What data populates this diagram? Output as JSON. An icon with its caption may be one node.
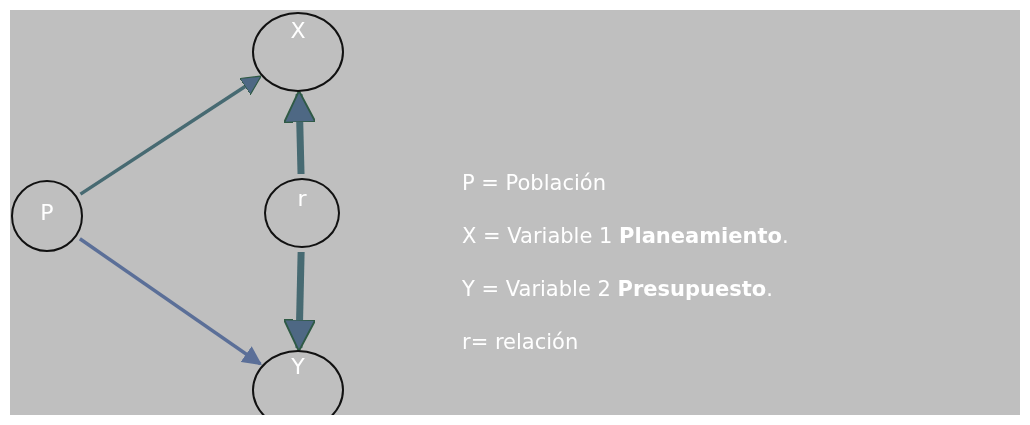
{
  "diagram": {
    "nodes": [
      {
        "text": [
          "X"
        ]
      },
      {
        "text": [
          "P"
        ]
      },
      {
        "text": [
          "r"
        ]
      },
      {
        "text": [
          "Y"
        ]
      }
    ],
    "edges": [
      {
        "from": 1,
        "to": 0,
        "arrow": "to"
      },
      {
        "from": 1,
        "to": 3,
        "arrow": "to",
        "color": "#5b6f98"
      },
      {
        "from": 2,
        "to": 0,
        "arrow": "to",
        "style": "thick"
      },
      {
        "from": 2,
        "to": 3,
        "arrow": "to",
        "style": "thick"
      }
    ],
    "labels": [
      "P = Población",
      "X = Variable 1 **Planeamiento**.",
      "Y = Variable 2 **Presupuesto**.",
      "r= relación"
    ]
  }
}
